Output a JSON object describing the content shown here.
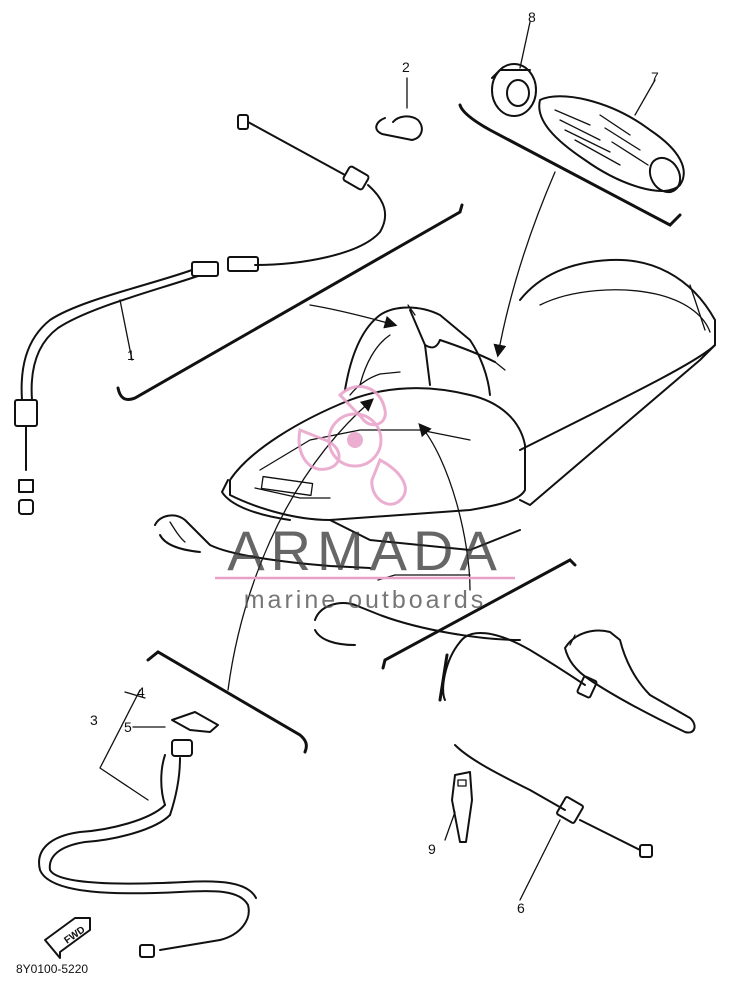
{
  "diagram": {
    "part_code": "8Y0100-5220",
    "callouts": [
      "1",
      "2",
      "3",
      "4",
      "5",
      "6",
      "7",
      "8",
      "9"
    ],
    "fwd_label": "FWD"
  },
  "watermark": {
    "title": "ARMADA",
    "subtitle": "marine outboards",
    "color": "#e8a0c8"
  }
}
